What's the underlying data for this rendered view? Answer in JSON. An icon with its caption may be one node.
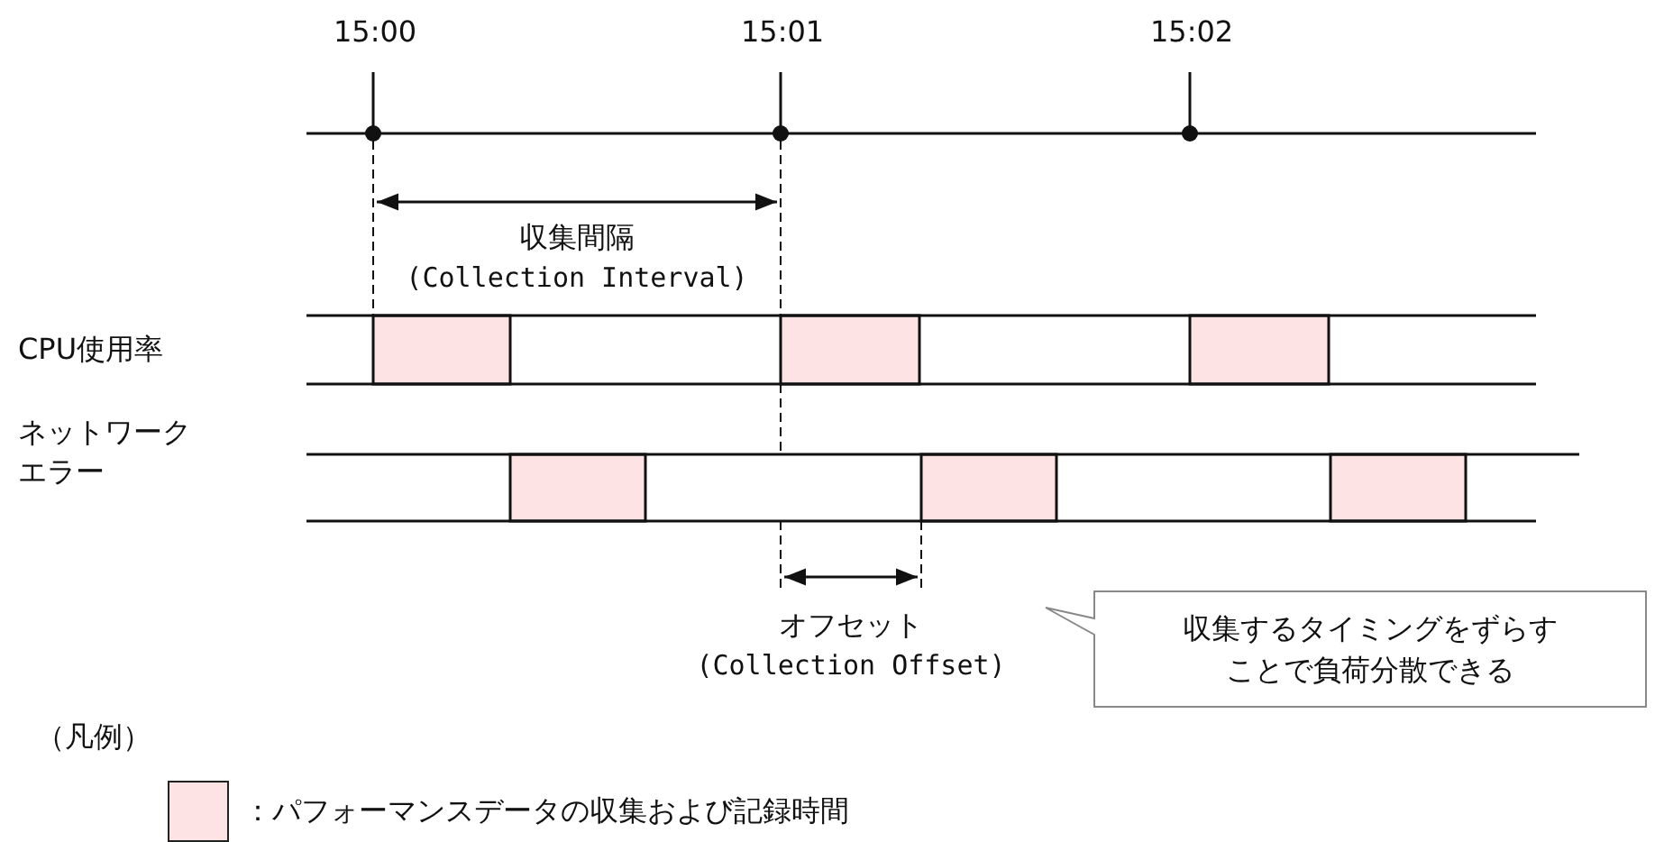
{
  "diagram": {
    "nodes": [
      {
        "text": [],
        "shape": "box"
      },
      {
        "text": [],
        "shape": "box"
      },
      {
        "text": [],
        "shape": "box"
      },
      {
        "text": [],
        "shape": "box"
      },
      {
        "text": [],
        "shape": "box"
      },
      {
        "text": [],
        "shape": "box"
      },
      {
        "text": [
          "収集するタイミングをずらすことで負荷分散できる"
        ]
      }
    ],
    "labels": [
      "15:00",
      "15:01",
      "15:02",
      "収集間隔",
      "(Collection Interval)",
      "CPU使用率",
      "ネットワークエラー",
      "オフセット",
      "(Collection Offset)",
      "（凡例）"
    ],
    "legend": [
      {
        "text": "：パフォーマンスデータの収集および記録時間",
        "color": "#fde3e3"
      }
    ]
  }
}
